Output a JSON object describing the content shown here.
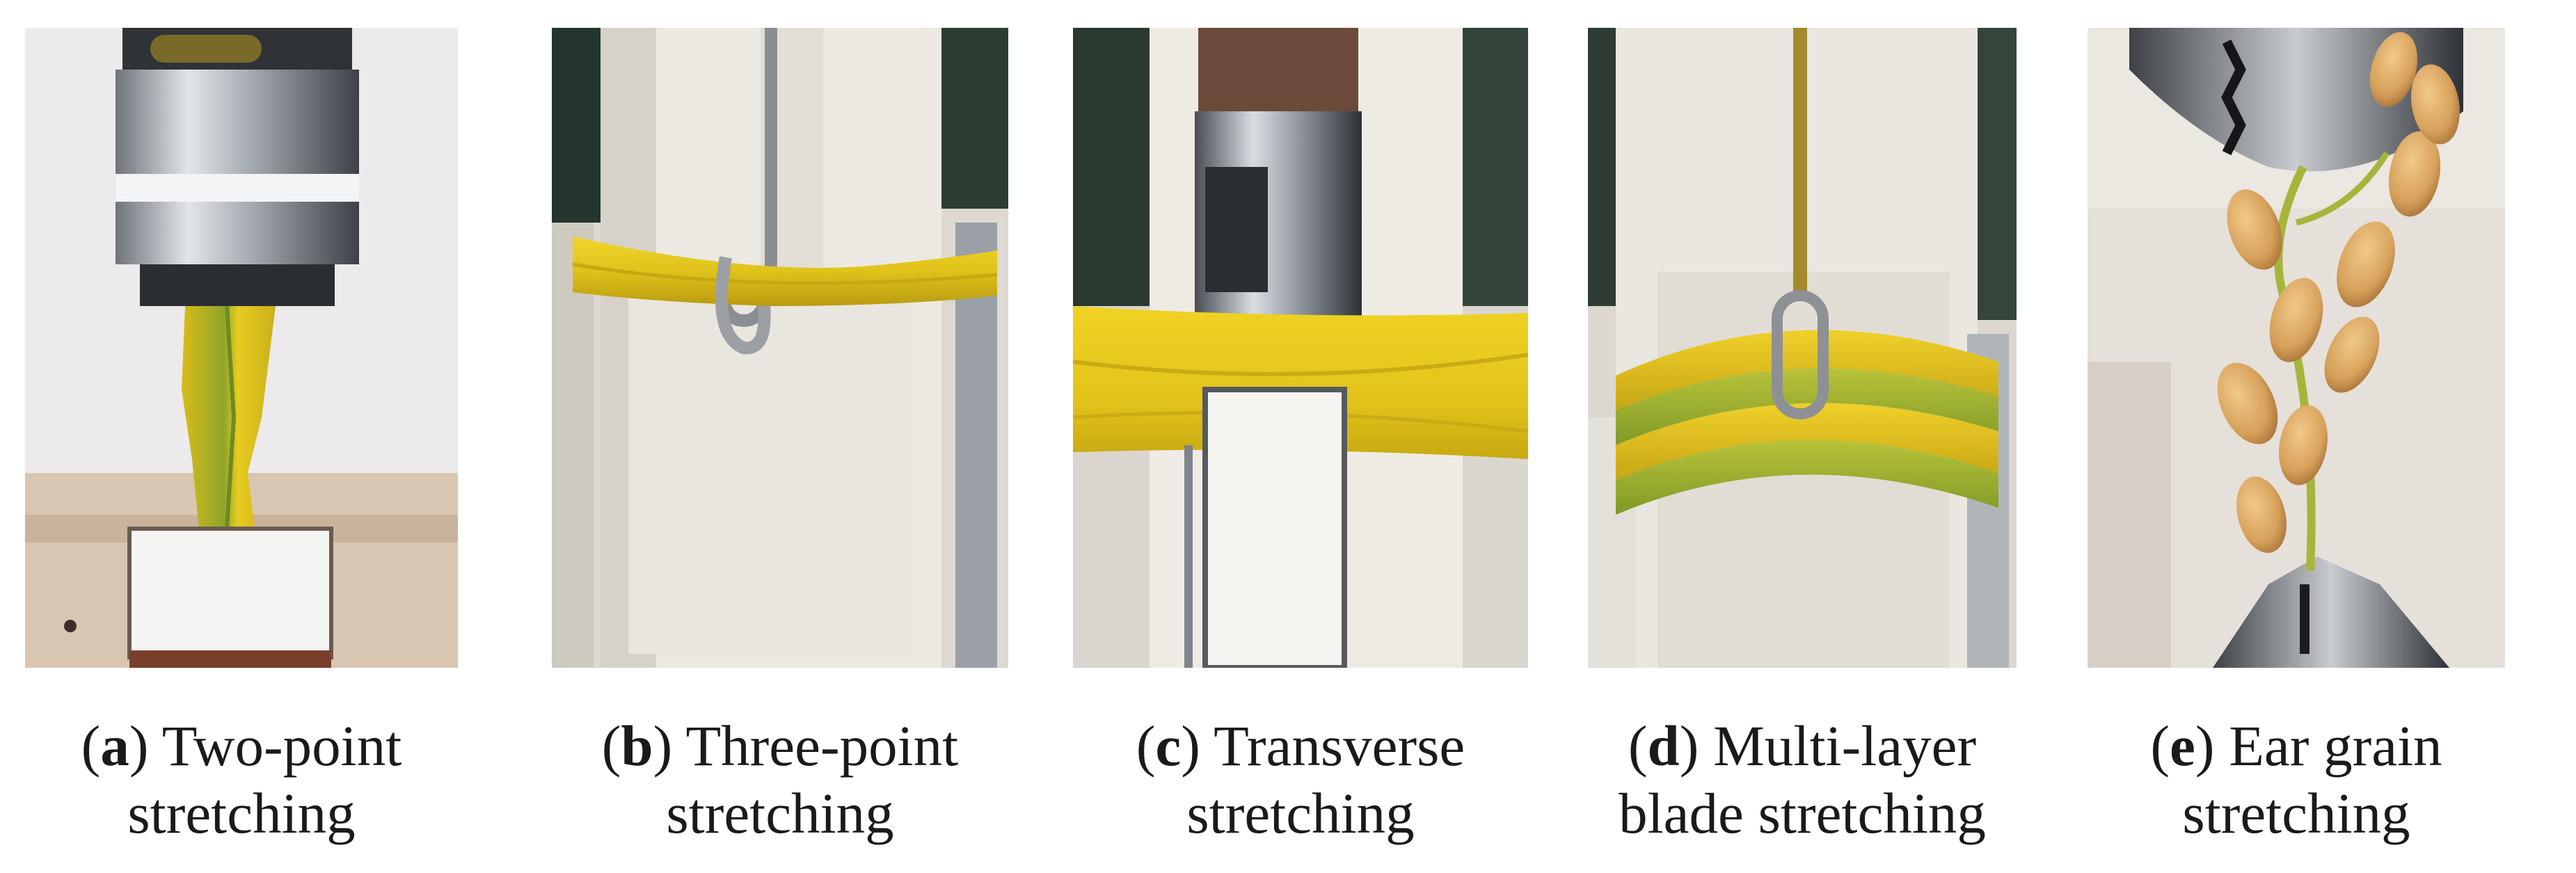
{
  "panels": [
    {
      "id": "a",
      "letter": "a",
      "title": "Two-point",
      "line2": "stretching"
    },
    {
      "id": "b",
      "letter": "b",
      "title": "Three-point",
      "line2": "stretching"
    },
    {
      "id": "c",
      "letter": "c",
      "title": "Transverse",
      "line2": "stretching"
    },
    {
      "id": "d",
      "letter": "d",
      "title": "Multi-layer",
      "line2": "blade stretching"
    },
    {
      "id": "e",
      "letter": "e",
      "title": "Ear grain",
      "line2": "stretching"
    }
  ],
  "colors": {
    "leaf_yellow": "#e9c81c",
    "leaf_green": "#8aa52a",
    "rice_grain": "#d9a65a",
    "metal": "#b8bcc2",
    "fixture_white": "#ece9e2"
  }
}
